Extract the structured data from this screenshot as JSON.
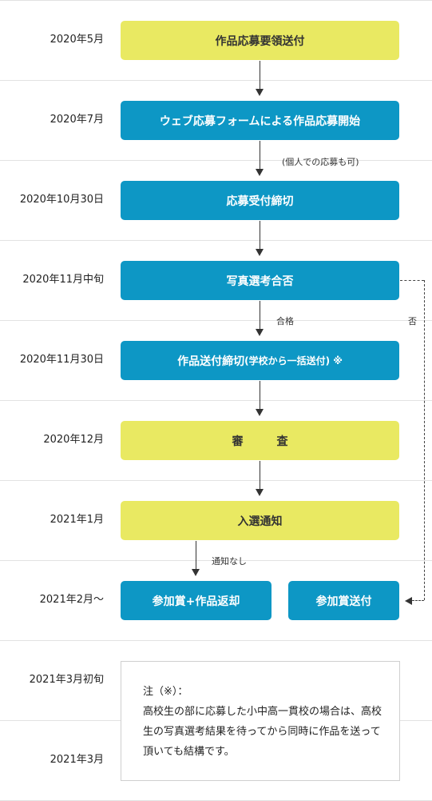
{
  "dates": [
    "2020年5月",
    "2020年7月",
    "2020年10月30日",
    "2020年11月中旬",
    "2020年11月30日",
    "2020年12月",
    "2021年1月",
    "2021年2月～",
    "2021年3月初旬",
    "2021年3月"
  ],
  "boxes": {
    "b1": "作品応募要領送付",
    "b2": "ウェブ応募フォームによる作品応募開始",
    "b3": "応募受付締切",
    "b4": "写真選考合否",
    "b5_main": "作品送付締切",
    "b5_sub": "(学校から一括送付) ※",
    "b6": "審　　　査",
    "b7": "入選通知",
    "b8": "参加賞+作品返却",
    "b9": "参加賞送付"
  },
  "labels": {
    "individual": "(個人での応募も可)",
    "pass": "合格",
    "fail": "否",
    "no_notice": "通知なし"
  },
  "note": {
    "title": "注（※）：",
    "body": "高校生の部に応募した小中高一貫校の場合は、高校生の写真選考結果を待ってから同時に作品を送って頂いても結構です。"
  },
  "colors": {
    "yellow": "#e9e962",
    "blue": "#0d97c5"
  }
}
